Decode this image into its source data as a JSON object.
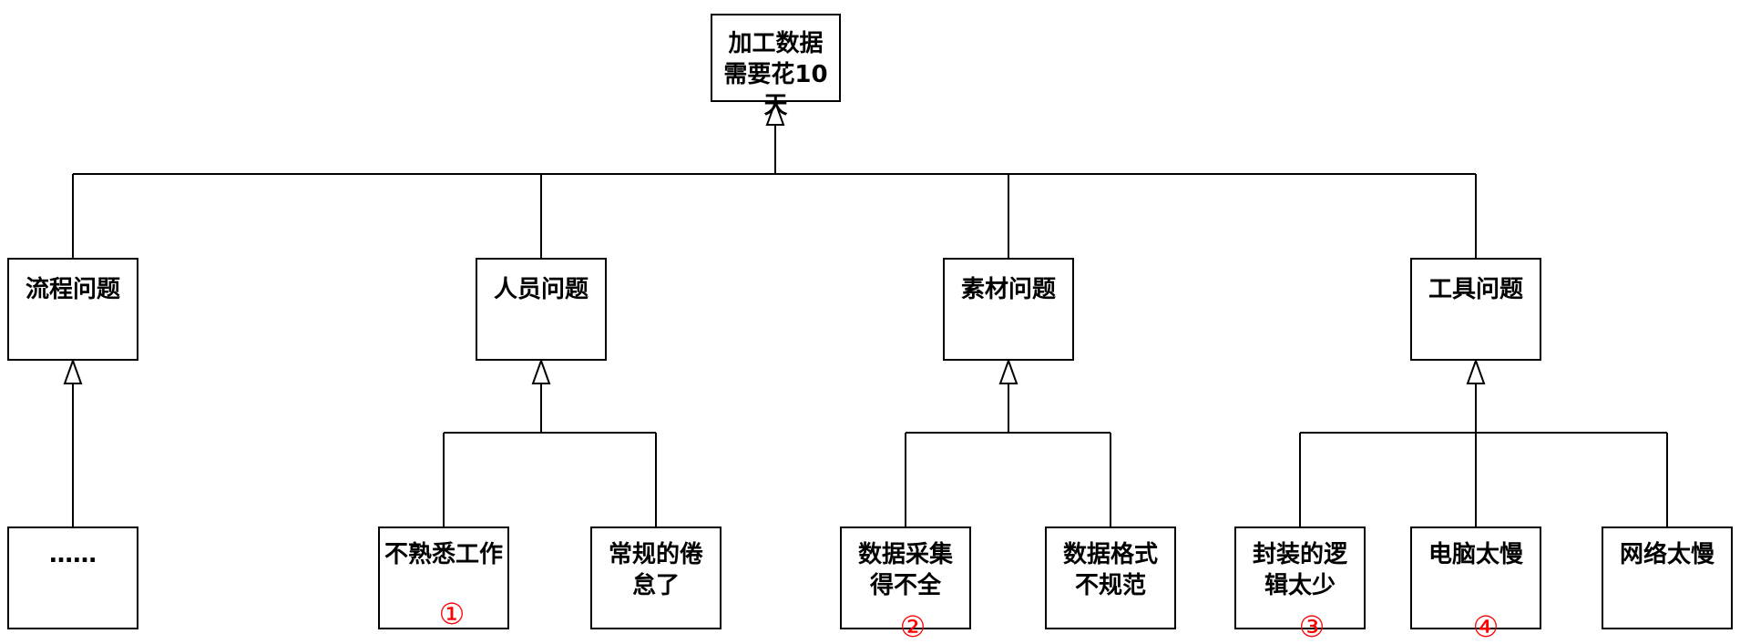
{
  "root": {
    "label": "加工数据\n需要花10天"
  },
  "categories": {
    "process": {
      "label": "流程问题"
    },
    "people": {
      "label": "人员问题"
    },
    "material": {
      "label": "素材问题"
    },
    "tools": {
      "label": "工具问题"
    }
  },
  "causes": {
    "process_more": {
      "label": "……"
    },
    "unfamiliar": {
      "label": "不熟悉工作"
    },
    "routine_fatigue": {
      "label": "常规的倦\n怠了"
    },
    "incomplete_collection": {
      "label": "数据采集\n得不全"
    },
    "format_nonstandard": {
      "label": "数据格式\n不规范"
    },
    "too_little_logic": {
      "label": "封装的逻\n辑太少"
    },
    "slow_computer": {
      "label": "电脑太慢"
    },
    "slow_network": {
      "label": "网络太慢"
    }
  },
  "markers": {
    "m1": "①",
    "m2": "②",
    "m3": "③",
    "m4": "④"
  },
  "colors": {
    "line": "#000000",
    "marker": "#ff0000"
  }
}
